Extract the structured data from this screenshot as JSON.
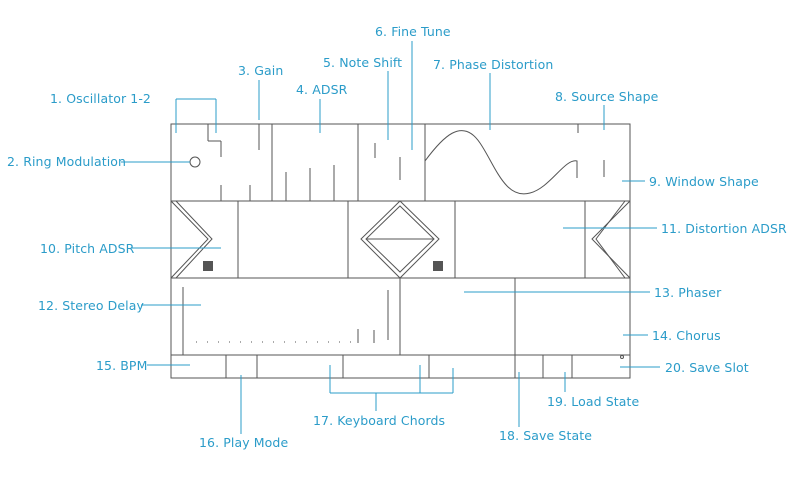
{
  "colors": {
    "callout": "#2b9cc9",
    "outline": "#555555",
    "background": "#ffffff",
    "marker": "#555555"
  },
  "callouts": [
    {
      "id": "osc",
      "label": "1. Oscillator 1-2"
    },
    {
      "id": "ringmod",
      "label": "2. Ring Modulation"
    },
    {
      "id": "gain",
      "label": "3. Gain"
    },
    {
      "id": "adsr",
      "label": "4. ADSR"
    },
    {
      "id": "noteshift",
      "label": "5. Note Shift"
    },
    {
      "id": "finetune",
      "label": "6. Fine Tune"
    },
    {
      "id": "phasedist",
      "label": "7. Phase Distortion"
    },
    {
      "id": "srcshape",
      "label": "8. Source Shape"
    },
    {
      "id": "winshape",
      "label": "9. Window Shape"
    },
    {
      "id": "pitchadsr",
      "label": "10. Pitch ADSR"
    },
    {
      "id": "distadsr",
      "label": "11. Distortion ADSR"
    },
    {
      "id": "stereodelay",
      "label": "12. Stereo Delay"
    },
    {
      "id": "phaser",
      "label": "13. Phaser"
    },
    {
      "id": "chorus",
      "label": "14. Chorus"
    },
    {
      "id": "bpm",
      "label": "15. BPM"
    },
    {
      "id": "playmode",
      "label": "16. Play Mode"
    },
    {
      "id": "chords",
      "label": "17. Keyboard Chords"
    },
    {
      "id": "savestate",
      "label": "18. Save State"
    },
    {
      "id": "loadstate",
      "label": "19. Load State"
    },
    {
      "id": "saveslot",
      "label": "20. Save Slot"
    }
  ]
}
